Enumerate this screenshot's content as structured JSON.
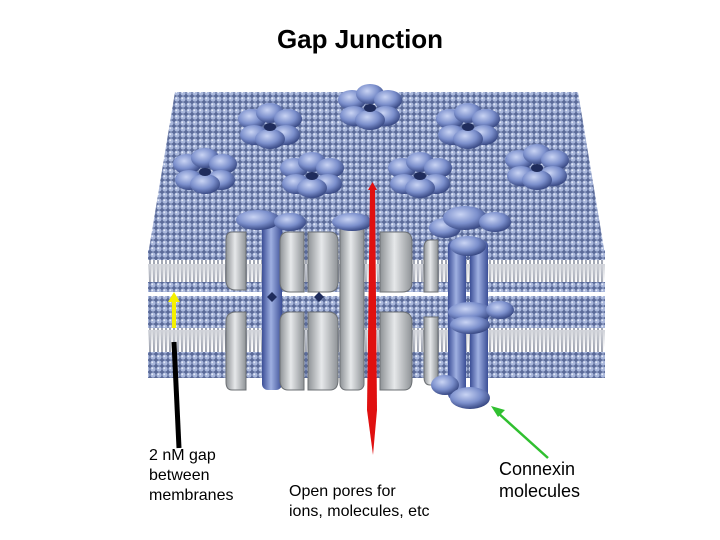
{
  "title": "Gap Junction",
  "labels": {
    "gap": "2 nM gap\nbetween\nmembranes",
    "pores": "Open pores for\nions, molecules, etc",
    "connexin": "Connexin\nmolecules"
  },
  "colors": {
    "membrane_bead": "#8a9ec8",
    "membrane_bead_dark": "#4a5d8c",
    "tail": "#9aa0b0",
    "channel_blue": "#6f86c4",
    "channel_dark": "#2f4590",
    "channel_gray": "#c8cacc",
    "arrow_yellow": "#f5f000",
    "arrow_red": "#e01010",
    "arrow_green": "#30c030"
  }
}
